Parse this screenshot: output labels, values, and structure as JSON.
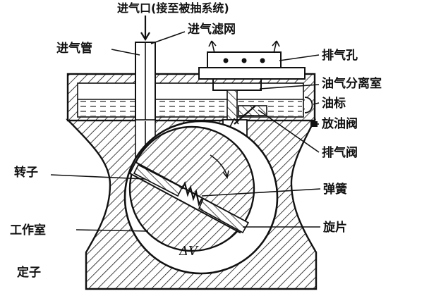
{
  "labels": {
    "inlet": "进气口(接至被抽系统)",
    "inlet_pipe": "进气管",
    "inlet_filter": "进气滤网",
    "exhaust_hole": "排气孔",
    "oil_gas_separator": "油气分离室",
    "oil_gauge": "油标",
    "drain_valve": "放油阀",
    "exhaust_valve": "排气阀",
    "rotor": "转子",
    "spring": "弹簧",
    "vane": "旋片",
    "work_chamber": "工作室",
    "stator": "定子",
    "delta_v": "ΔV"
  },
  "colors": {
    "ink": "#111111",
    "paper": "#ffffff"
  }
}
